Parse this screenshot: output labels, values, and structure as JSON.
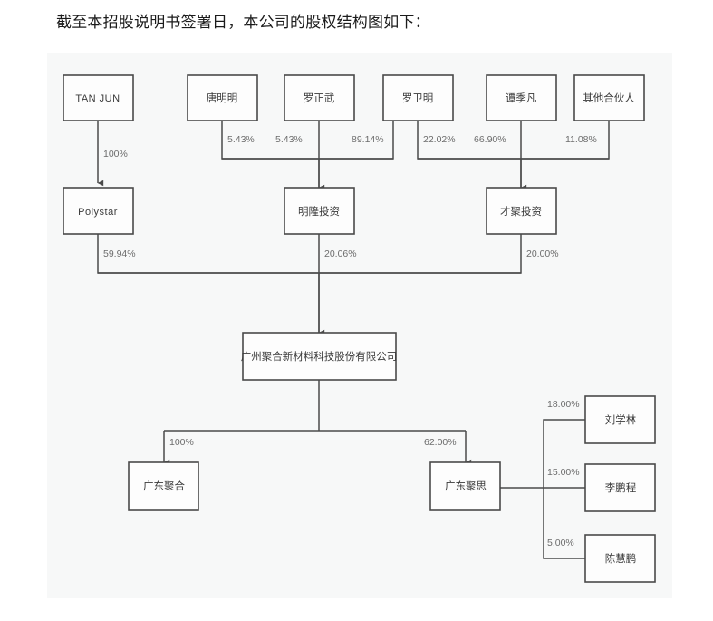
{
  "page": {
    "title": "截至本招股说明书签署日，本公司的股权结构图如下："
  },
  "colors": {
    "panel_background": "#f7f8f8",
    "box_fill": "#fdfdfd",
    "box_stroke": "#4a4a4a",
    "edge_stroke": "#4a4a4a",
    "label_text": "#6c6c6c",
    "node_text": "#3a3a3a",
    "title_text": "#1b1b1b"
  },
  "chart_data": {
    "type": "diagram",
    "title": "截至本招股说明书签署日，本公司的股权结构图如下：",
    "diagram_kind": "equity-ownership-structure",
    "nodes": [
      {
        "id": "tanjun",
        "label": "TAN JUN",
        "tier": "shareholder",
        "script": "latin"
      },
      {
        "id": "tmm",
        "label": "唐明明",
        "tier": "shareholder",
        "script": "cjk"
      },
      {
        "id": "lzw",
        "label": "罗正武",
        "tier": "shareholder",
        "script": "cjk"
      },
      {
        "id": "lwm",
        "label": "罗卫明",
        "tier": "shareholder",
        "script": "cjk"
      },
      {
        "id": "tjf",
        "label": "谭季凡",
        "tier": "shareholder",
        "script": "cjk"
      },
      {
        "id": "others",
        "label": "其他合伙人",
        "tier": "shareholder",
        "script": "cjk"
      },
      {
        "id": "polystar",
        "label": "Polystar",
        "tier": "holding",
        "script": "latin"
      },
      {
        "id": "minglong",
        "label": "明隆投资",
        "tier": "holding",
        "script": "cjk"
      },
      {
        "id": "caiju",
        "label": "才聚投资",
        "tier": "holding",
        "script": "cjk"
      },
      {
        "id": "issuer",
        "label": "广州聚合新材料科技股份有限公司",
        "tier": "issuer",
        "script": "cjk"
      },
      {
        "id": "gdjuhe",
        "label": "广东聚合",
        "tier": "subsidiary",
        "script": "cjk"
      },
      {
        "id": "gdjusi",
        "label": "广东聚思",
        "tier": "subsidiary",
        "script": "cjk"
      },
      {
        "id": "lxl",
        "label": "刘学林",
        "tier": "minority",
        "script": "cjk"
      },
      {
        "id": "lpc",
        "label": "李鹏程",
        "tier": "minority",
        "script": "cjk"
      },
      {
        "id": "chp",
        "label": "陈慧鹏",
        "tier": "minority",
        "script": "cjk"
      }
    ],
    "edges": [
      {
        "from": "tanjun",
        "to": "polystar",
        "label": "100%"
      },
      {
        "from": "tmm",
        "to": "minglong",
        "label": "5.43%"
      },
      {
        "from": "lzw",
        "to": "minglong",
        "label": "5.43%"
      },
      {
        "from": "lwm",
        "to": "minglong",
        "label": "89.14%"
      },
      {
        "from": "lwm",
        "to": "caiju",
        "label": "22.02%"
      },
      {
        "from": "tjf",
        "to": "caiju",
        "label": "66.90%"
      },
      {
        "from": "others",
        "to": "caiju",
        "label": "11.08%"
      },
      {
        "from": "polystar",
        "to": "issuer",
        "label": "59.94%"
      },
      {
        "from": "minglong",
        "to": "issuer",
        "label": "20.06%"
      },
      {
        "from": "caiju",
        "to": "issuer",
        "label": "20.00%"
      },
      {
        "from": "issuer",
        "to": "gdjuhe",
        "label": "100%"
      },
      {
        "from": "issuer",
        "to": "gdjusi",
        "label": "62.00%"
      },
      {
        "from": "lxl",
        "to": "gdjusi",
        "label": "18.00%"
      },
      {
        "from": "lpc",
        "to": "gdjusi",
        "label": "15.00%"
      },
      {
        "from": "chp",
        "to": "gdjusi",
        "label": "5.00%"
      }
    ]
  },
  "labels": {
    "tanjun": "TAN JUN",
    "tmm": "唐明明",
    "lzw": "罗正武",
    "lwm": "罗卫明",
    "tjf": "谭季凡",
    "others": "其他合伙人",
    "polystar": "Polystar",
    "minglong": "明隆投资",
    "caiju": "才聚投资",
    "issuer": "广州聚合新材料科技股份有限公司",
    "gdjuhe": "广东聚合",
    "gdjusi": "广东聚思",
    "lxl": "刘学林",
    "lpc": "李鹏程",
    "chp": "陈慧鹏"
  },
  "percents": {
    "tanjun_polystar": "100%",
    "tmm_minglong": "5.43%",
    "lzw_minglong": "5.43%",
    "lwm_minglong": "89.14%",
    "lwm_caiju": "22.02%",
    "tjf_caiju": "66.90%",
    "others_caiju": "11.08%",
    "polystar_issuer": "59.94%",
    "minglong_issuer": "20.06%",
    "caiju_issuer": "20.00%",
    "issuer_gdjuhe": "100%",
    "issuer_gdjusi": "62.00%",
    "lxl_gdjusi": "18.00%",
    "lpc_gdjusi": "15.00%",
    "chp_gdjusi": "5.00%"
  }
}
